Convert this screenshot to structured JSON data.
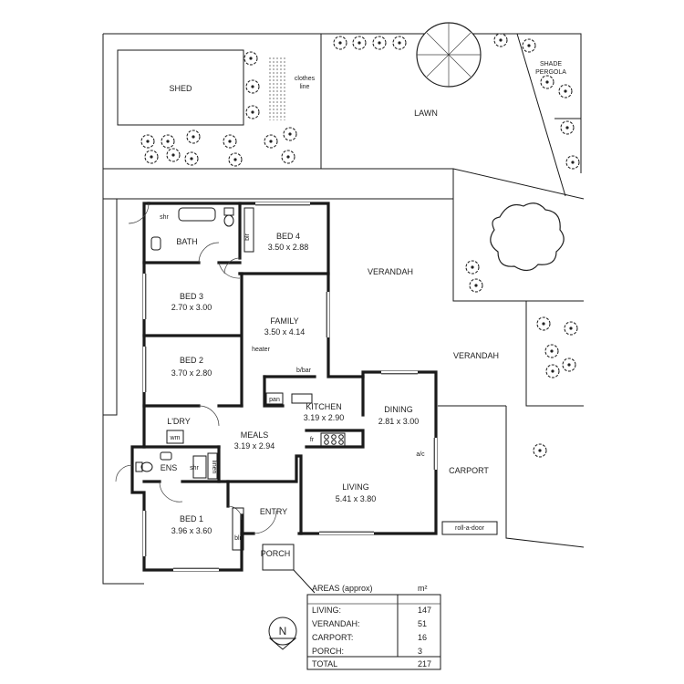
{
  "rooms": {
    "shed": "SHED",
    "clothes_line_1": "clothes",
    "clothes_line_2": "line",
    "lawn": "LAWN",
    "shade_pergola_1": "SHADE",
    "shade_pergola_2": "PERGOLA",
    "shr_bath": "shr",
    "bath": "BATH",
    "blr_bed4": "blr",
    "bed4": "BED 4",
    "bed4_dim": "3.50 x 2.88",
    "bed3": "BED 3",
    "bed3_dim": "2.70 x 3.00",
    "family": "FAMILY",
    "family_dim": "3.50 x 4.14",
    "verandah_1": "VERANDAH",
    "verandah_2": "VERANDAH",
    "bed2": "BED 2",
    "bed2_dim": "3.70 x 2.80",
    "heater": "heater",
    "bbar": "b/bar",
    "pan": "pan",
    "kitchen": "KITCHEN",
    "kitchen_dim": "3.19 x 2.90",
    "dining": "DINING",
    "dining_dim": "2.81 x 3.00",
    "ldry": "L'DRY",
    "wm": "wm",
    "fr": "fr",
    "meals": "MEALS",
    "meals_dim": "3.19 x 2.94",
    "ac": "a/c",
    "ens": "ENS",
    "shr_ens": "shr",
    "linen": "linen",
    "carport": "CARPORT",
    "living": "LIVING",
    "living_dim": "5.41 x 3.80",
    "entry": "ENTRY",
    "bed1": "BED 1",
    "bed1_dim": "3.96 x 3.60",
    "blr_bed1": "blr",
    "porch": "PORCH",
    "roll_a_door": "roll-a-door"
  },
  "areas": {
    "title": "AREAS (approx)",
    "unit": "m²",
    "rows": [
      {
        "label": "LIVING:",
        "value": "147"
      },
      {
        "label": "VERANDAH:",
        "value": "51"
      },
      {
        "label": "CARPORT:",
        "value": "16"
      },
      {
        "label": "PORCH:",
        "value": "3"
      }
    ],
    "total_label": "TOTAL",
    "total_value": "217"
  },
  "compass": {
    "letter": "N"
  },
  "icons": [
    "north-arrow-icon",
    "shrub-icon",
    "tree-icon",
    "stove-icon",
    "sink-icon",
    "toilet-icon",
    "bathtub-icon"
  ]
}
